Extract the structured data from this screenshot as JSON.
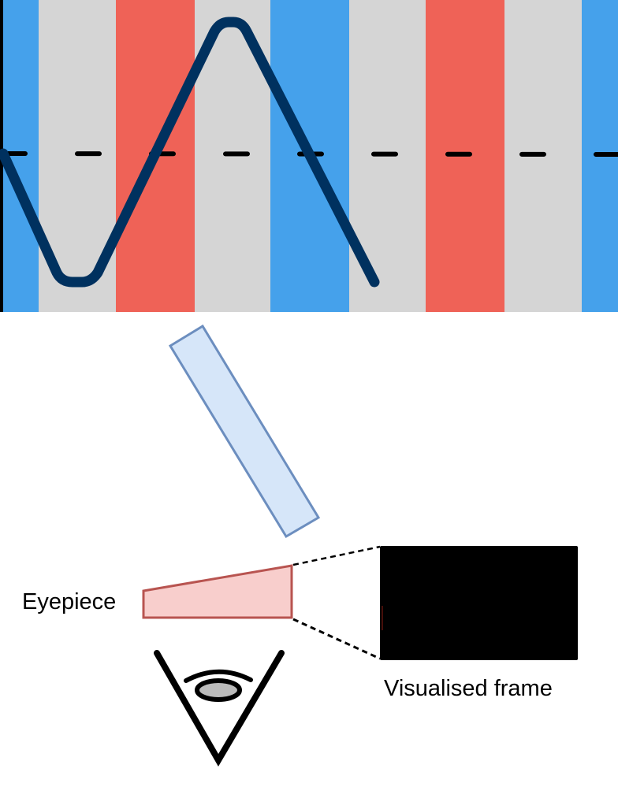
{
  "labels": {
    "eyepiece": "Eyepiece",
    "visualised_frame": "Visualised frame"
  },
  "colors": {
    "stripe_blue": "#45a1eb",
    "stripe_gray": "#d5d5d5",
    "stripe_red": "#ef6257",
    "waveform": "#00315f",
    "dashed_line": "#000000",
    "slab_fill": "#d6e6f9",
    "slab_stroke": "#6c8ebf",
    "eyepiece_fill": "#f8cecc",
    "eyepiece_stroke": "#b85450",
    "frame_fill": "#000000",
    "pupil_fill": "#bbbbbb"
  },
  "stripe_pattern": [
    "blue",
    "gray",
    "red",
    "gray",
    "blue",
    "gray",
    "red",
    "gray",
    "blue"
  ],
  "components": [
    {
      "name": "Striped grating with waveform",
      "kind": "grating"
    },
    {
      "name": "Tilted slab",
      "kind": "mirror"
    },
    {
      "name": "Eyepiece",
      "kind": "lens"
    },
    {
      "name": "Visualised frame",
      "kind": "frame"
    },
    {
      "name": "Observer eye",
      "kind": "eye"
    }
  ]
}
